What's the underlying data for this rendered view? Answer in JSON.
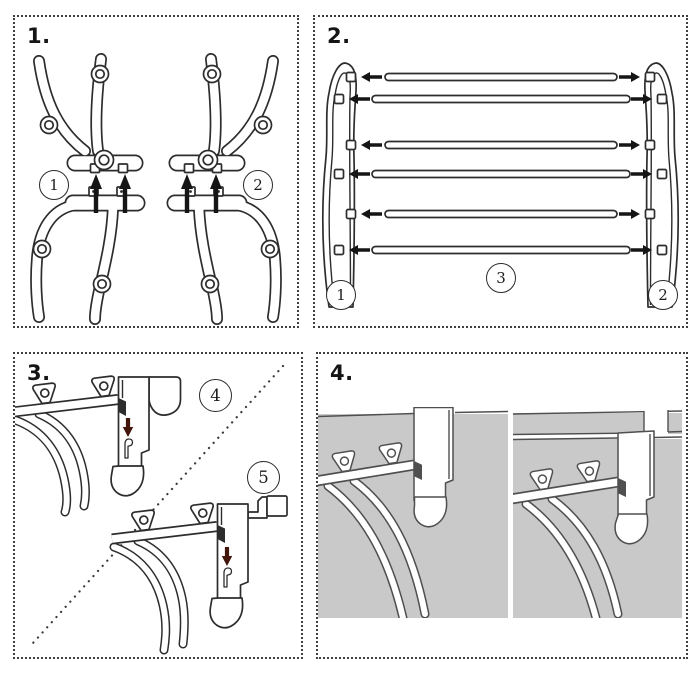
{
  "colors": {
    "background": "#ffffff",
    "line": "#2d2d2d",
    "soft_line": "#4f4f4f",
    "panel_border": "#3f3f3f",
    "gray_fill": "#c9c9c9",
    "black_arrow": "#151515",
    "dark_arrow": "#43150b"
  },
  "panels": [
    {
      "step_label": "1.",
      "badges": [
        {
          "num": "1"
        },
        {
          "num": "2"
        }
      ]
    },
    {
      "step_label": "2.",
      "badges": [
        {
          "num": "1"
        },
        {
          "num": "2"
        },
        {
          "num": "3"
        }
      ]
    },
    {
      "step_label": "3.",
      "badges": [
        {
          "num": "4"
        },
        {
          "num": "5"
        }
      ]
    },
    {
      "step_label": "4.",
      "badges": []
    }
  ],
  "icons": {
    "panel1_illustration": "frame-halves-join-upward-arrows",
    "panel2_illustration": "six-cross-rails-insert-into-side-frames",
    "panel3_illustration": "door-hook-and-bracket-hook-slide-down",
    "panel4_illustration": "rack-hung-on-door-and-on-rail"
  }
}
